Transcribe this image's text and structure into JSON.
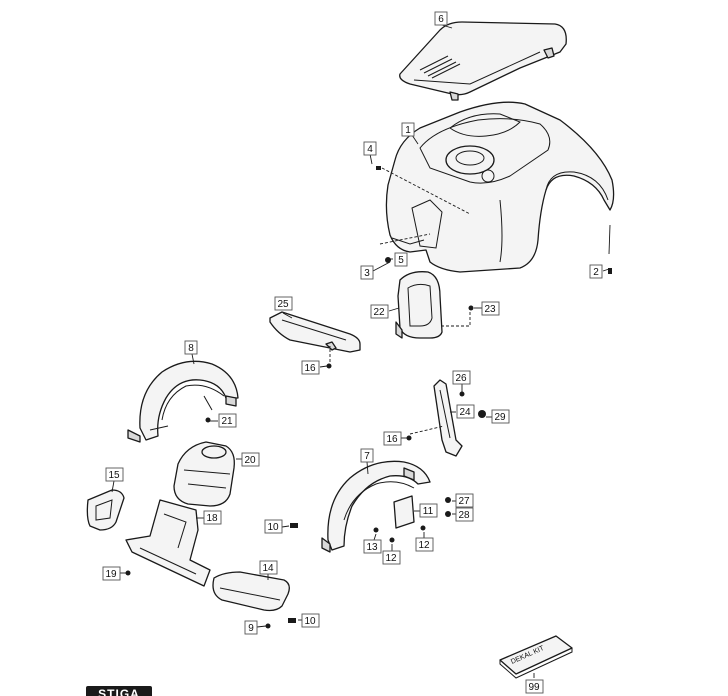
{
  "callouts": [
    "1",
    "2",
    "3",
    "4",
    "5",
    "6",
    "7",
    "8",
    "9",
    "10",
    "10",
    "11",
    "12",
    "12",
    "13",
    "14",
    "15",
    "16",
    "16",
    "18",
    "19",
    "20",
    "21",
    "22",
    "23",
    "24",
    "25",
    "26",
    "27",
    "28",
    "29",
    "99"
  ],
  "kit_label": "DEKAL KIT",
  "logo_text": "STIGA",
  "colors": {
    "line": "#1a1a1a",
    "fill": "#f4f4f4",
    "shade": "#d9d9d9"
  }
}
